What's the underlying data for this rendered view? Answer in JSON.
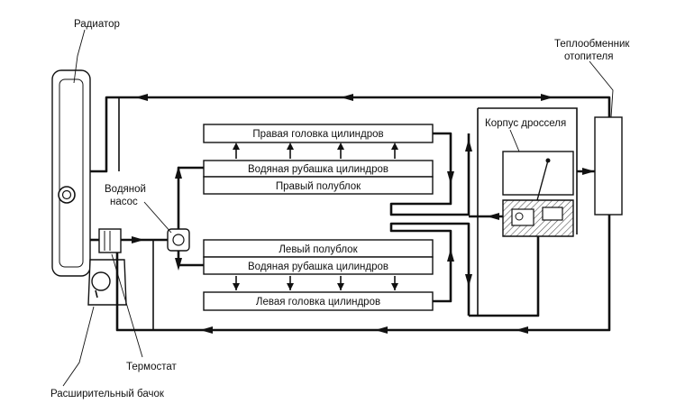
{
  "labels": {
    "radiator": "Радиатор",
    "heater_core_line1": "Теплообменник",
    "heater_core_line2": "отопителя",
    "throttle_body": "Корпус дросселя",
    "water_pump_line1": "Водяной",
    "water_pump_line2": "насос",
    "thermostat": "Термостат",
    "expansion_tank": "Расширительный бачок"
  },
  "right_bank": {
    "head": "Правая головка цилиндров",
    "jacket": "Водяная рубашка цилиндров",
    "block": "Правый полублок"
  },
  "left_bank": {
    "block": "Левый полублок",
    "jacket": "Водяная рубашка цилиндров",
    "head": "Левая головка цилиндров"
  },
  "colors": {
    "ink": "#111111",
    "hatch": "#555555",
    "background": "#ffffff"
  }
}
